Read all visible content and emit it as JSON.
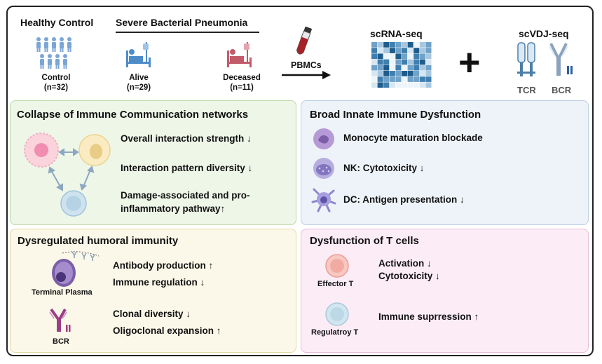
{
  "top": {
    "healthy_control": "Healthy Control",
    "severe_pneumonia": "Severe Bacterial Pneumonia",
    "control_label": "Control",
    "control_n": "(n=32)",
    "alive_label": "Alive",
    "alive_n": "(n=29)",
    "deceased_label": "Deceased",
    "deceased_n": "(n=11)",
    "pbmcs": "PBMCs",
    "scrna": "scRNA-seq",
    "scvdj": "scVDJ-seq",
    "tcr": "TCR",
    "bcr": "BCR",
    "plus": "+"
  },
  "panels": {
    "communication": {
      "title": "Collapse of Immune Communication networks",
      "item1": "Overall interaction strength ↓",
      "item2": "Interaction pattern diversity ↓",
      "item3_line1": "Damage-associated and pro-",
      "item3_line2": "inflammatory pathway↑"
    },
    "innate": {
      "title": "Broad Innate Immune Dysfunction",
      "item1": "Monocyte maturation blockade",
      "item2": "NK: Cytotoxicity ↓",
      "item3": "DC: Antigen presentation ↓"
    },
    "humoral": {
      "title": "Dysregulated humoral immunity",
      "plasma_label": "Terminal Plasma",
      "bcr_label": "BCR",
      "item1": "Antibody production ↑",
      "item2": "Immune regulation ↓",
      "item3": "Clonal diversity ↓",
      "item4": "Oligoclonal expansion ↑"
    },
    "tcells": {
      "title": "Dysfunction of T cells",
      "effector_label": "Effector  T",
      "treg_label": "Regulatroy T",
      "item1": "Activation ↓",
      "item2": "Cytotoxicity ↓",
      "item3": "Immune suprression ↑"
    }
  },
  "colors": {
    "green_bg": "#eef6e8",
    "green_border": "#bcd8a8",
    "blue_bg": "#edf3f9",
    "blue_border": "#b9cde2",
    "yellow_bg": "#fbf8e9",
    "yellow_border": "#e2d9a6",
    "pink_bg": "#fcecf6",
    "pink_border": "#e8bcd6",
    "person_blue": "#7aa6d6",
    "patient_blue": "#4d8cc9",
    "patient_red": "#c25a6a",
    "heat_dark": "#1f5c8c",
    "purple": "#7b5ea7"
  }
}
